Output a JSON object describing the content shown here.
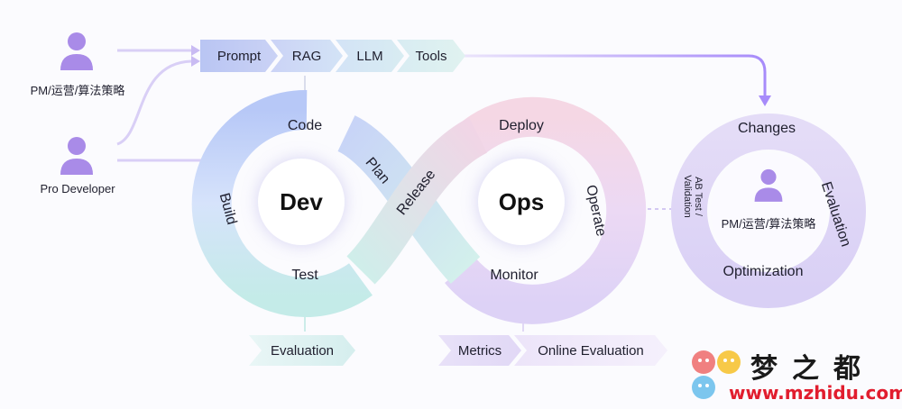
{
  "actors": {
    "top_label": "PM/运营/算法策略",
    "bottom_label": "Pro Developer"
  },
  "tools": [
    "Prompt",
    "RAG",
    "LLM",
    "Tools"
  ],
  "dev_loop": {
    "center": "Dev",
    "code": "Code",
    "build": "Build",
    "test": "Test",
    "plan": "Plan",
    "release": "Release"
  },
  "ops_loop": {
    "center": "Ops",
    "deploy": "Deploy",
    "operate": "Operate",
    "monitor": "Monitor"
  },
  "dev_output": "Evaluation",
  "ops_outputs": [
    "Metrics",
    "Online Evaluation"
  ],
  "right_cycle": {
    "changes": "Changes",
    "evaluation": "Evaluation",
    "optimization": "Optimization",
    "ab_test": "AB Test / Validation",
    "actor_label": "PM/运营/算法策略"
  },
  "watermark": {
    "brand": "梦之都",
    "url": "www.mzhidu.com"
  },
  "colors": {
    "purple": "#a78bfa",
    "person": "#a98be8",
    "dev_gradient_start": "#b6c6f6",
    "test_gradient": "#bfe8e6",
    "ops_gradient": "#e7c9f0",
    "accent_red": "#e11d2e"
  }
}
